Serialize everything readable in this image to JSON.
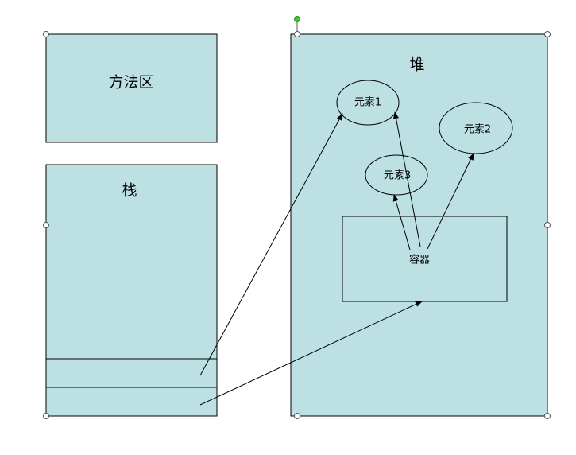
{
  "method_area": {
    "label": "方法区"
  },
  "stack": {
    "label": "栈"
  },
  "heap": {
    "label": "堆"
  },
  "elements": [
    {
      "label": "元素1"
    },
    {
      "label": "元素2"
    },
    {
      "label": "元素3"
    }
  ],
  "container": {
    "label": "容器"
  },
  "colors": {
    "fill": "#bde0e3",
    "stroke": "#000000"
  }
}
